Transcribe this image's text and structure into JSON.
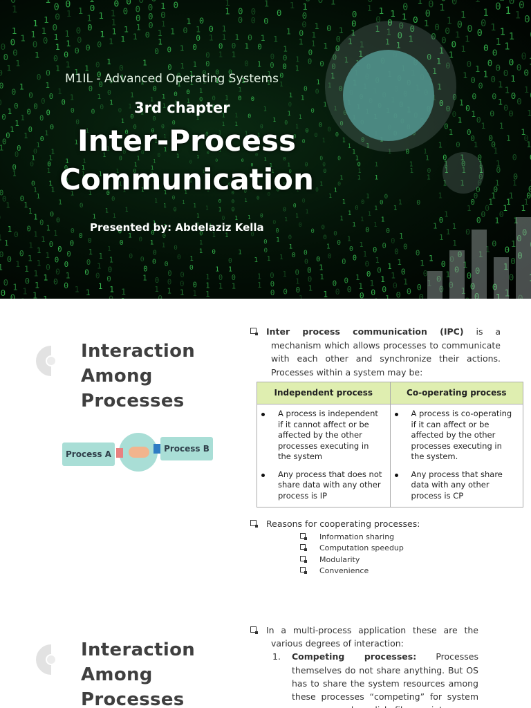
{
  "cover": {
    "subject": "M1IL - Advanced Operating Systems",
    "chapter": "3rd chapter",
    "title_line1": "Inter-Process",
    "title_line2": "Communication",
    "presenter": "Presented by: Abdelaziz Kella",
    "accent_disc_color": "#4f8f89",
    "matrix_color": "#3fd45a"
  },
  "slide2": {
    "heading_line1": "Interaction",
    "heading_line2": "Among",
    "heading_line3": "Processes",
    "figure": {
      "process_a": "Process A",
      "process_b": "Process B"
    },
    "intro_bold": "Inter process communication (IPC)",
    "intro_rest": " is a mechanism which allows processes to communicate with each other and synchronize their actions. Processes within a system may be:",
    "table": {
      "headers": [
        "Independent process",
        "Co-operating process"
      ],
      "col1": [
        "A process is independent if it cannot affect or be affected by the other processes executing in the system",
        "Any process that does not share data with any other process is IP"
      ],
      "col2": [
        "A process is co-operating if it can affect or be affected by the other processes executing in the system.",
        "Any process that share data with any other process is CP"
      ],
      "header_color": "#dfeeb0"
    },
    "reasons_heading": "Reasons for cooperating processes:",
    "reasons": [
      "Information sharing",
      "Computation speedup",
      "Modularity",
      "Convenience"
    ]
  },
  "slide3": {
    "heading_line1": "Interaction",
    "heading_line2": "Among",
    "heading_line3": "Processes",
    "intro": "In a multi-process application these are the various degrees of interaction:",
    "item1_num": "1.",
    "item1_bold": "Competing processes:",
    "item1_rest": " Processes themselves do not share anything. But OS has to share the system resources among these processes “competing” for system resources such as disk, file or printer."
  }
}
